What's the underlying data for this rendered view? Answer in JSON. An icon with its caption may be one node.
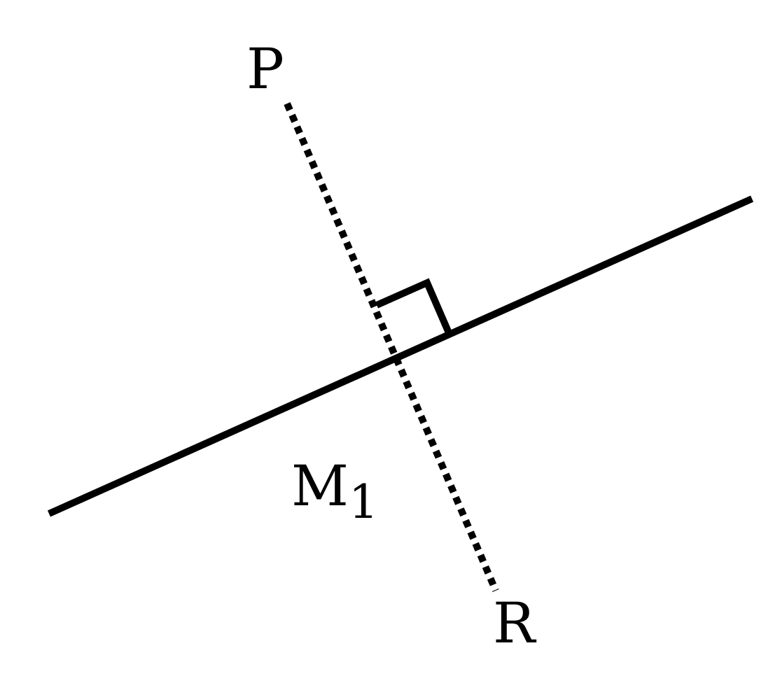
{
  "diagram": {
    "nodes": [
      {
        "text": [
          "P"
        ]
      },
      {
        "text": [
          "R"
        ]
      }
    ],
    "edges": [
      {
        "from": 0,
        "to": 1,
        "arrow": "none",
        "style": "dashed"
      }
    ],
    "labels": [
      "M$_{1}$"
    ]
  }
}
